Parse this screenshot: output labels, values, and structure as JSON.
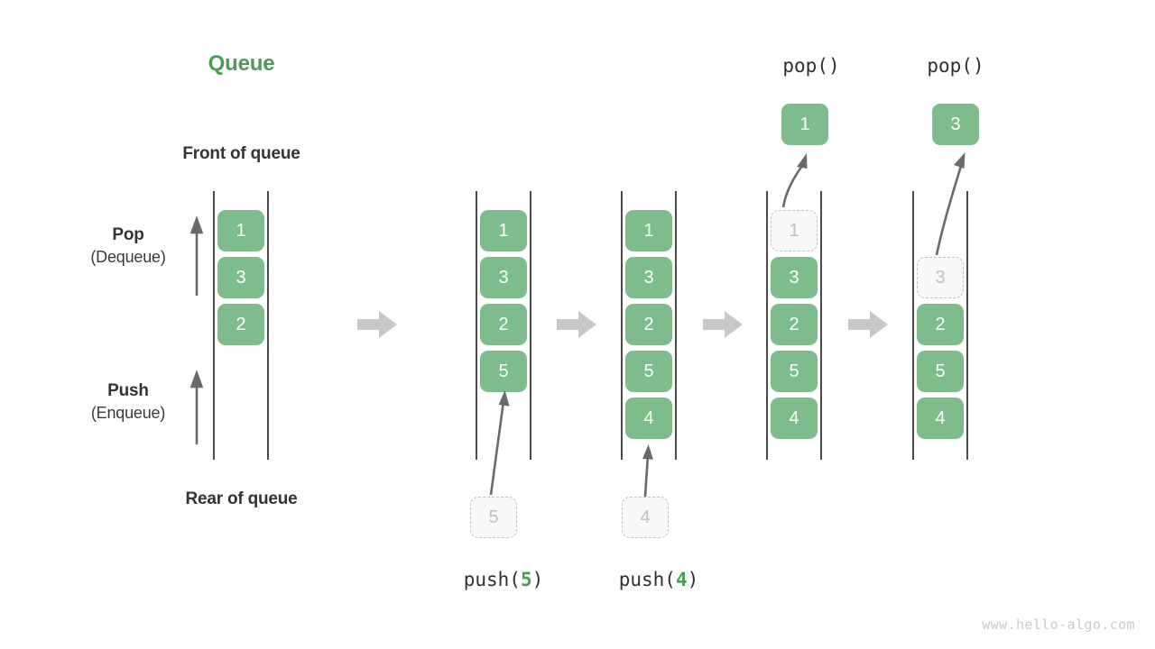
{
  "title": "Queue",
  "labels": {
    "front_of_queue": "Front of queue",
    "rear_of_queue": "Rear of queue",
    "pop_main": "Pop",
    "pop_sub": "(Dequeue)",
    "push_main": "Push",
    "push_sub": "(Enqueue)"
  },
  "colors": {
    "accent_green": "#4a9d53",
    "cell_green": "#7fbc8b",
    "ghost_gray": "#c2c2c2",
    "flow_arrow_gray": "#c8c8c8",
    "pointer_arrow_gray": "#6a6a6a",
    "text_dark": "#333333",
    "watermark_gray": "#c9c9c9"
  },
  "stages": [
    {
      "id": "initial",
      "cells": [
        "1",
        "3",
        "2"
      ],
      "caption": "",
      "op_label": ""
    },
    {
      "id": "push-5",
      "cells": [
        "1",
        "3",
        "2",
        "5"
      ],
      "incoming_value": "5",
      "caption_prefix": "push(",
      "caption_value": "5",
      "caption_suffix": ")"
    },
    {
      "id": "push-4",
      "cells": [
        "1",
        "3",
        "2",
        "5",
        "4"
      ],
      "incoming_value": "4",
      "caption_prefix": "push(",
      "caption_value": "4",
      "caption_suffix": ")"
    },
    {
      "id": "pop-1",
      "op_label": "pop()",
      "popped_value": "1",
      "ghost_value": "1",
      "cells": [
        "3",
        "2",
        "5",
        "4"
      ]
    },
    {
      "id": "pop-3",
      "op_label": "pop()",
      "popped_value": "3",
      "ghost_value": "3",
      "cells": [
        "2",
        "5",
        "4"
      ]
    }
  ],
  "watermark": "www.hello-algo.com"
}
